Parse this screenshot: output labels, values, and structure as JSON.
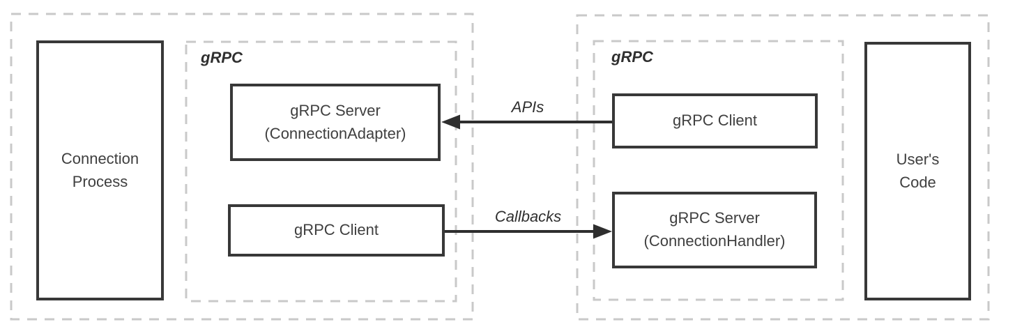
{
  "colors": {
    "box_border": "#383838",
    "dashed_border": "#c9c9c9",
    "text": "#3f3f3f",
    "arrow": "#2e2e2e",
    "background": "#ffffff"
  },
  "left": {
    "process_label": "Connection Process",
    "grpc_label": "gRPC",
    "server_line1": "gRPC Server",
    "server_line2": "(ConnectionAdapter)",
    "client_label": "gRPC Client"
  },
  "right": {
    "grpc_label": "gRPC",
    "client_label": "gRPC Client",
    "server_line1": "gRPC Server",
    "server_line2": "(ConnectionHandler)",
    "code_label": "User's Code"
  },
  "arrows": {
    "apis_label": "APIs",
    "callbacks_label": "Callbacks"
  }
}
